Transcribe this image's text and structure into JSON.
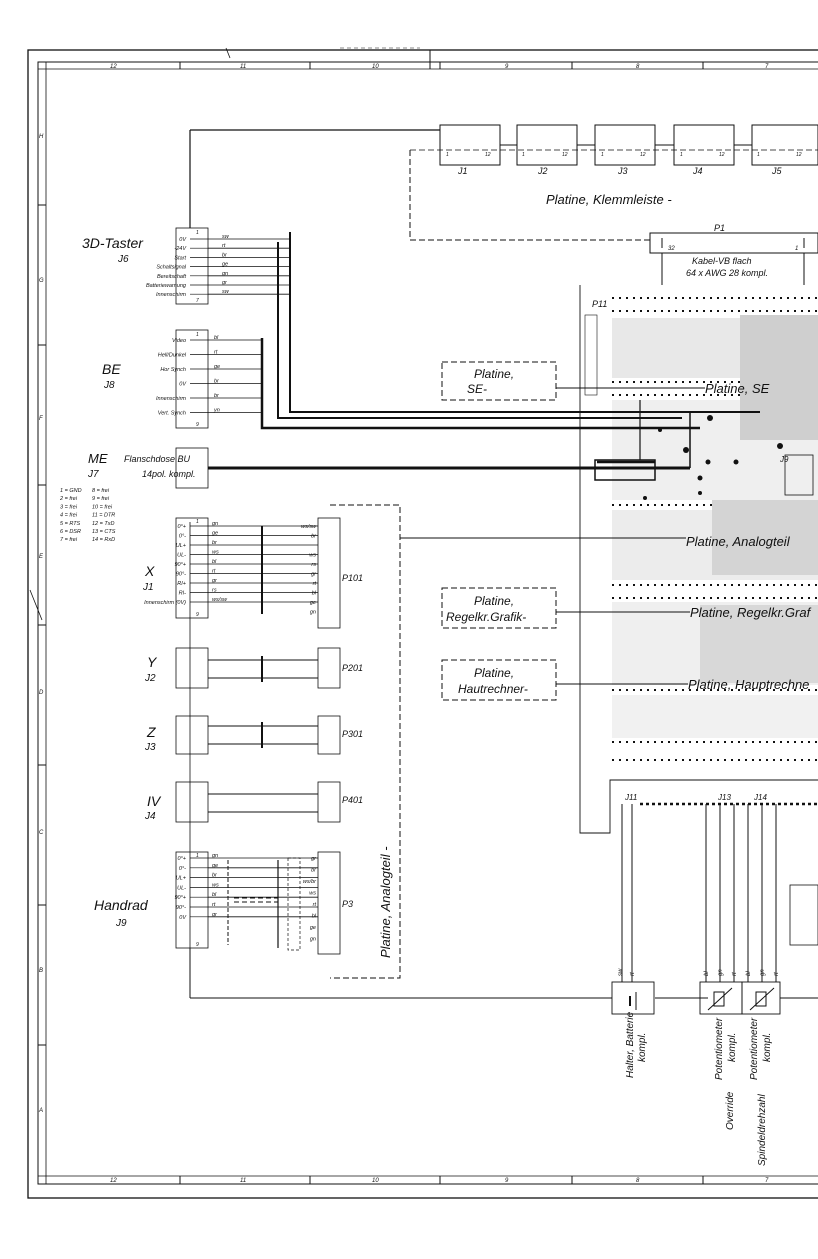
{
  "border": {
    "columns": [
      "12",
      "11",
      "10",
      "9",
      "8",
      "7"
    ],
    "rows": [
      "H",
      "G",
      "F",
      "E",
      "D",
      "C",
      "B",
      "A"
    ]
  },
  "connectors": {
    "taster": {
      "title": "3D-Taster",
      "id": "J6",
      "pins": [
        "0V",
        "-24V",
        "Start",
        "Schaltsignal",
        "Bereitschaft",
        "Batteriewarnung",
        "Innenschirm"
      ],
      "wires": [
        "sw",
        "rt",
        "br",
        "ge",
        "gn",
        "gr",
        "sw"
      ],
      "pin_first": "1",
      "pin_last": "7"
    },
    "be": {
      "title": "BE",
      "id": "J8",
      "pins": [
        "Video",
        "Hell/Dunkel",
        "Hor Synch",
        "0V",
        "Innenschirm",
        "Vert. Synch"
      ],
      "wires": [
        "bl",
        "rt",
        "ge",
        "br",
        "br",
        "yn"
      ],
      "pin_first": "1",
      "pin_last": "9"
    },
    "me": {
      "title": "ME",
      "id": "J7",
      "line1": "Flanschdose BU",
      "line2": "14pol. kompl.",
      "pins_left": [
        "1 = GND",
        "2 = frei",
        "3 = frei",
        "4 = frei",
        "5 = RTS",
        "6 = DSR",
        "7 = frei"
      ],
      "pins_right": [
        "8 = frei",
        "9 = frei",
        "10 = frei",
        "11 = DTR",
        "12 = TxD",
        "13 = CTS",
        "14 = RxD"
      ]
    },
    "x": {
      "title": "X",
      "id": "J1",
      "pins": [
        "0°+",
        "0°-",
        "UL+",
        "UL-",
        "90°+",
        "90°-",
        "RI+",
        "RI-",
        "Innenschirm (0V)"
      ],
      "wires": [
        "gn",
        "ge",
        "br",
        "ws",
        "bl",
        "rt",
        "gr",
        "rs",
        "ws/sw"
      ],
      "pin_first": "1",
      "pin_last": "9",
      "target": "P101",
      "target_wires": [
        "ws/sw",
        "br",
        "",
        "ws",
        "rs",
        "gr",
        "rt",
        "bl",
        "ge",
        "gn"
      ]
    },
    "y": {
      "title": "Y",
      "id": "J2",
      "target": "P201"
    },
    "z": {
      "title": "Z",
      "id": "J3",
      "target": "P301"
    },
    "iv": {
      "title": "IV",
      "id": "J4",
      "target": "P401"
    },
    "handrad": {
      "title": "Handrad",
      "id": "J9",
      "pins": [
        "0°+",
        "0°-",
        "UL+",
        "UL-",
        "90°+",
        "90°-",
        "0V"
      ],
      "wires": [
        "gn",
        "ge",
        "br",
        "ws",
        "bl",
        "rt",
        "gr"
      ],
      "target": "P3",
      "target_wires": [
        "gr",
        "br",
        "ws/br",
        "ws",
        "rt",
        "bl",
        "ge",
        "gn"
      ]
    }
  },
  "klemmleiste": {
    "terminals": [
      "J1",
      "J2",
      "J3",
      "J4",
      "J5"
    ],
    "label": "Platine, Klemmleiste -",
    "pin_a": "1",
    "pin_b": "12"
  },
  "cable": {
    "plug": "P1",
    "line1": "Kabel-VB flach",
    "line2": "64 x AWG 28 kompl.",
    "pin_left": "32",
    "pin_right": "1"
  },
  "boards": {
    "se_box": "Platine, SE-",
    "se_label": "Platine, SE",
    "regelkr_box": "Platine, Regelkr.Grafik-",
    "regelkr_label": "Platine, Regelkr.Graf",
    "haupt_box": "Platine, Hautrechner-",
    "haupt_label": "Platine, Hauptrechne",
    "analog_label": "Platine, Analogteil",
    "analog_vertical": "Platine, Analogteil -",
    "p11": "P11",
    "j9": "J9"
  },
  "bottom": {
    "j11": "J11",
    "j13": "J13",
    "j14": "J14",
    "items": [
      {
        "wires": [
          "sw",
          "rt"
        ],
        "label1": "Halter, Batterie",
        "label2": "kompl."
      },
      {
        "wires": [
          "bl",
          "gn",
          "rt"
        ],
        "label1": "Potentiometer",
        "label2": "kompl.",
        "label3": "Override"
      },
      {
        "wires": [
          "bl",
          "gn",
          "rt"
        ],
        "label1": "Potentiometer",
        "label2": "kompl.",
        "label3": "Spindeldrehzahl"
      }
    ]
  }
}
